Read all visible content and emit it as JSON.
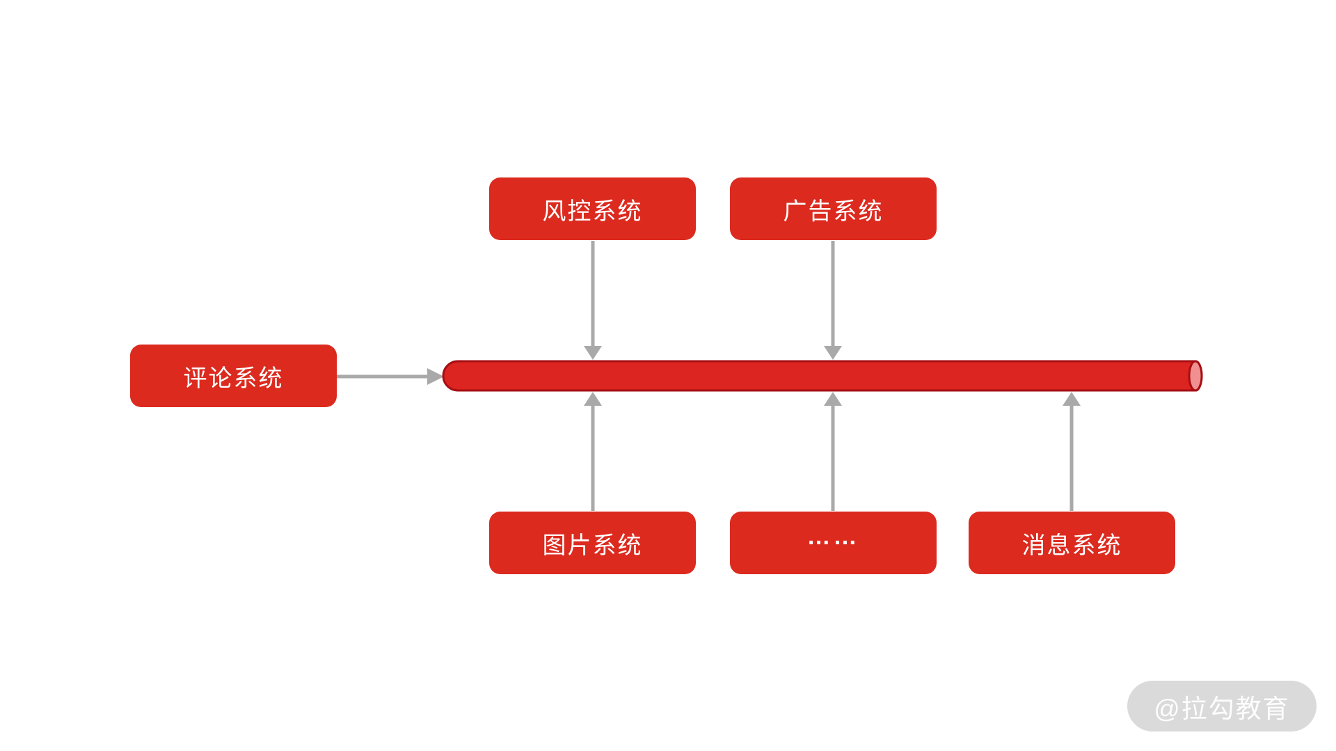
{
  "diagram": {
    "background_color": "#ffffff",
    "node_fill_color": "#dc2a1f",
    "node_text_color": "#ffffff",
    "arrow_color": "#a9a9a9",
    "pipe": {
      "body_fill": "#dc2420",
      "border_color": "#a50f14",
      "cap_fill": "#f19090"
    },
    "nodes": {
      "risk_control": {
        "label": "风控系统"
      },
      "advertising": {
        "label": "广告系统"
      },
      "comment": {
        "label": "评论系统"
      },
      "image": {
        "label": "图片系统"
      },
      "ellipsis": {
        "label": "……"
      },
      "message": {
        "label": "消息系统"
      }
    },
    "edges": [
      {
        "from": "评论系统",
        "to": "queue-pipe",
        "direction": "right"
      },
      {
        "from": "风控系统",
        "to": "queue-pipe",
        "direction": "down"
      },
      {
        "from": "广告系统",
        "to": "queue-pipe",
        "direction": "down"
      },
      {
        "from": "图片系统",
        "to": "queue-pipe",
        "direction": "up"
      },
      {
        "from": "……",
        "to": "queue-pipe",
        "direction": "up"
      },
      {
        "from": "消息系统",
        "to": "queue-pipe",
        "direction": "up"
      }
    ],
    "watermark": {
      "text": "@拉勾教育"
    }
  }
}
